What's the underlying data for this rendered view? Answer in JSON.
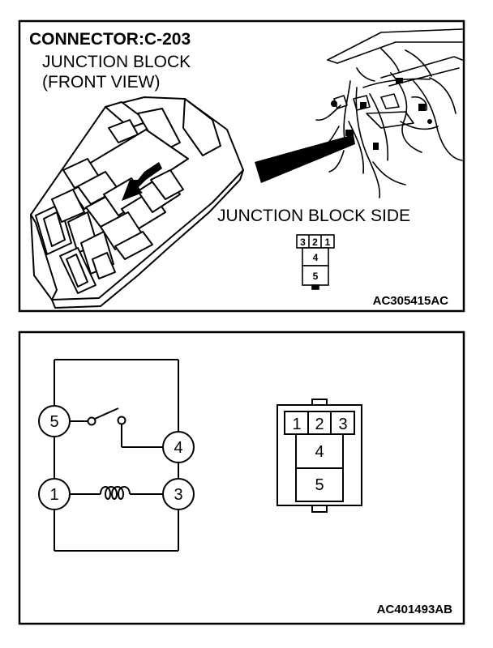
{
  "top_panel": {
    "title": "CONNECTOR:C-203",
    "subtitle_line1": "JUNCTION BLOCK",
    "subtitle_line2": "(FRONT VIEW)",
    "side_label": "JUNCTION BLOCK SIDE",
    "small_connector": {
      "pins_top": [
        "3",
        "2",
        "1"
      ],
      "pin_mid": "4",
      "pin_bottom": "5"
    },
    "figure_code": "AC305415AC"
  },
  "bottom_panel": {
    "schematic": {
      "switch_terminal": "5",
      "switch_output_terminal": "4",
      "coil_terminal_left": "1",
      "coil_terminal_right": "3"
    },
    "connector": {
      "pins_top": [
        "1",
        "2",
        "3"
      ],
      "pin_mid": "4",
      "pin_bottom": "5"
    },
    "figure_code": "AC401493AB"
  }
}
